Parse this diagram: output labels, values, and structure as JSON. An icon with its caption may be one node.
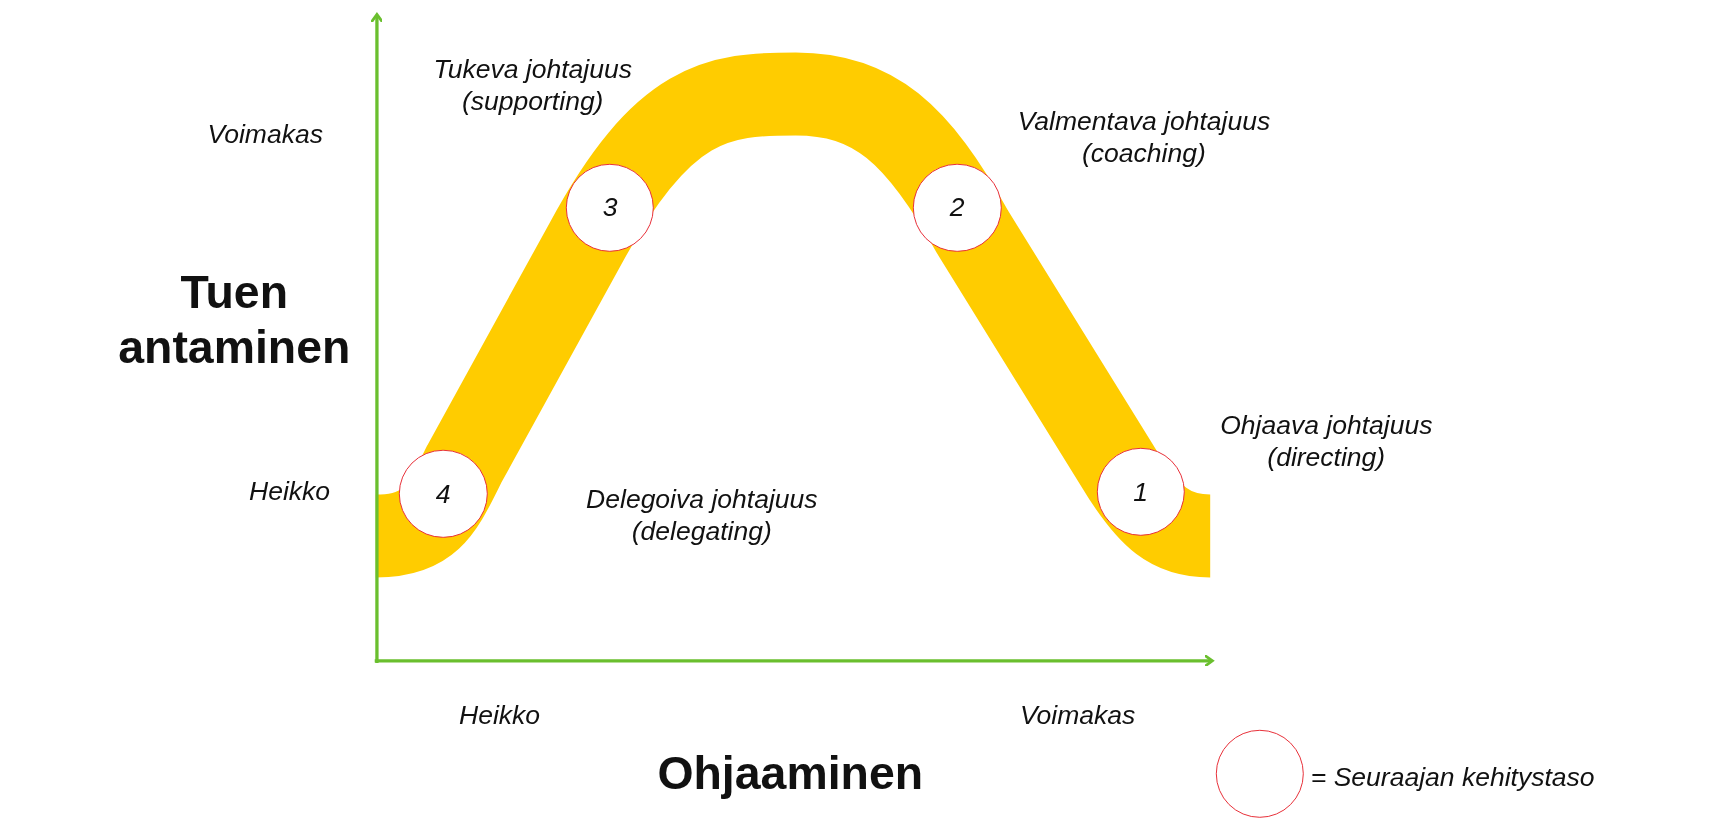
{
  "diagram": {
    "nodes": [
      {
        "text": [
          "3"
        ]
      },
      {
        "text": [
          "2"
        ]
      },
      {
        "text": [
          "4"
        ]
      },
      {
        "text": [
          "1"
        ]
      }
    ],
    "labels": [
      "Tukeva johtajuus (supporting)",
      "Valmentava johtajuus (coaching)",
      "Voimakas",
      "Tuen antaminen",
      "Ohjaava johtajuus (directing)",
      "Heikko",
      "Delegoiva johtajuus (delegating)",
      "Heikko",
      "Voimakas",
      "Ohjaaminen"
    ],
    "legend": [
      {
        "text": "= Seuraajan kehitystaso"
      }
    ]
  }
}
